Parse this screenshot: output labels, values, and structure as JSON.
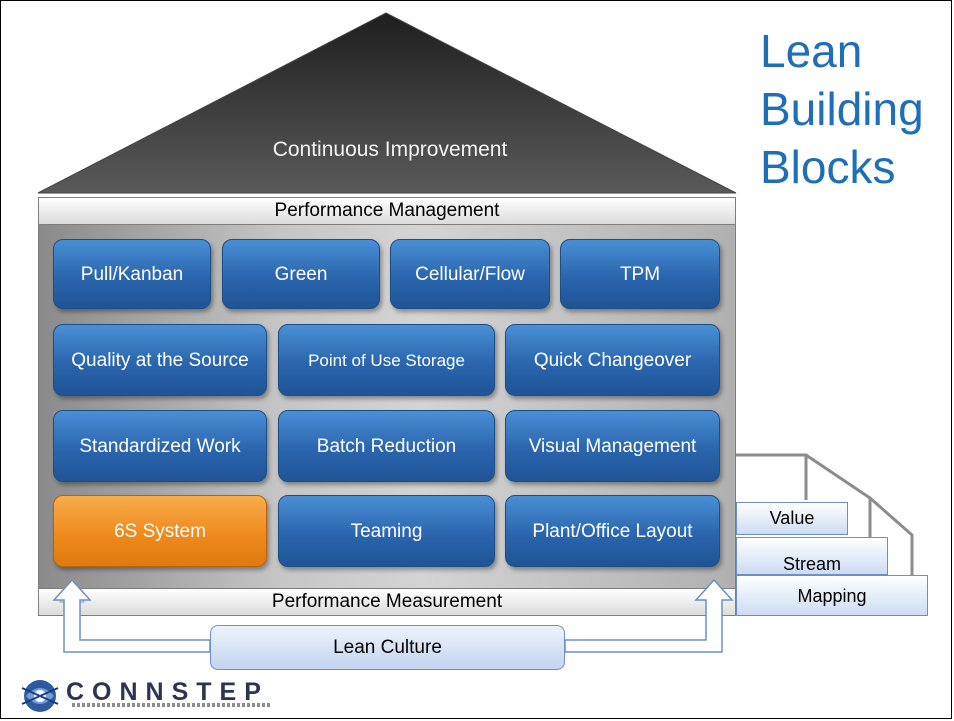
{
  "title": {
    "line1": "Lean",
    "line2": "Building",
    "line3": "Blocks"
  },
  "roof_label": "Continuous Improvement",
  "top_band": "Performance Management",
  "bottom_band": "Performance Measurement",
  "blocks": {
    "row1": [
      "Pull/Kanban",
      "Green",
      "Cellular/Flow",
      "TPM"
    ],
    "row2": [
      "Quality at the Source",
      "Point of Use Storage",
      "Quick Changeover"
    ],
    "row3": [
      "Standardized Work",
      "Batch Reduction",
      "Visual Management"
    ],
    "row4": [
      "6S System",
      "Teaming",
      "Plant/Office Layout"
    ]
  },
  "steps": [
    "Value",
    "Stream",
    "Mapping"
  ],
  "foundation": "Lean Culture",
  "logo": {
    "text": "CONNSTEP"
  },
  "colors": {
    "block_blue": "#2a65ad",
    "block_orange": "#ef8a1f",
    "title_blue": "#1f6fb8",
    "roof": "#3a3a3a"
  }
}
